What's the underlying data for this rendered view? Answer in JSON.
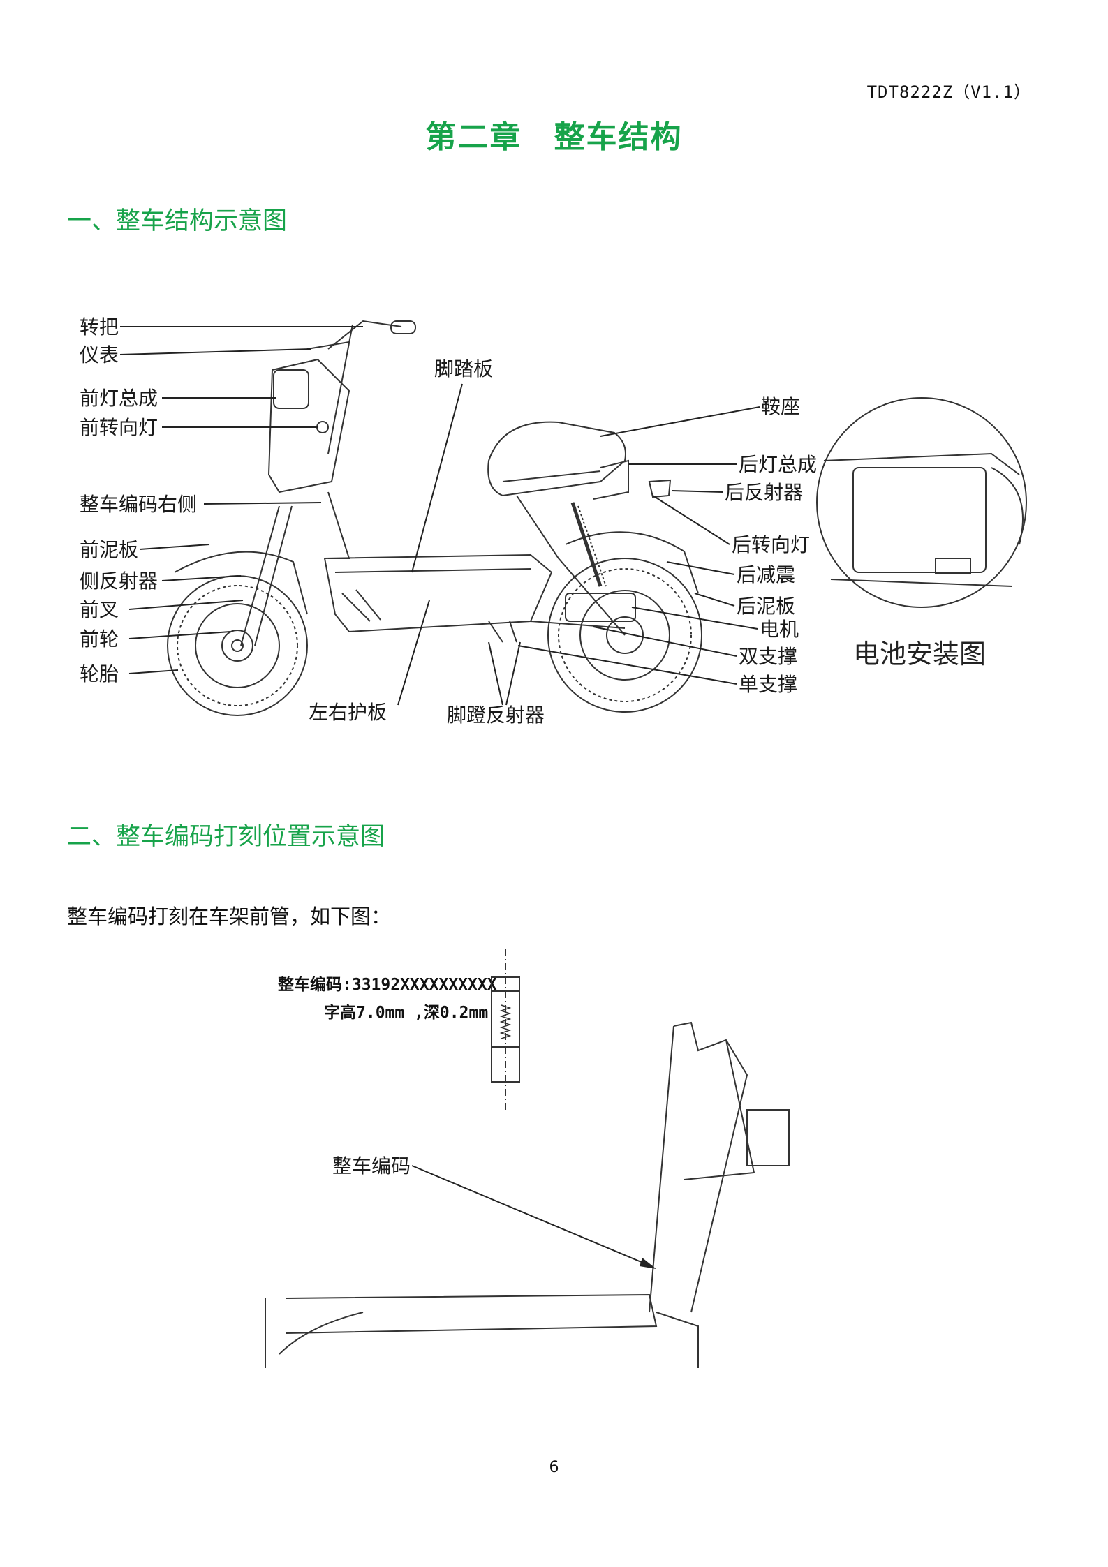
{
  "header": {
    "doc_code": "TDT8222Z（V1.1）"
  },
  "chapter_title": "第二章　整车结构",
  "section1": {
    "title": "一、整车结构示意图",
    "labels": {
      "handlebar": "转把",
      "meter": "仪表",
      "headlight": "前灯总成",
      "front_turn": "前转向灯",
      "vin_right": "整车编码右侧",
      "front_fender": "前泥板",
      "side_reflector": "侧反射器",
      "front_fork": "前叉",
      "front_wheel": "前轮",
      "tire": "轮胎",
      "footboard": "脚踏板",
      "side_guard": "左右护板",
      "pedal_reflector": "脚蹬反射器",
      "seat": "鞍座",
      "taillight": "后灯总成",
      "rear_reflector": "后反射器",
      "rear_turn": "后转向灯",
      "rear_shock": "后减震",
      "rear_fender": "后泥板",
      "motor": "电机",
      "double_stand": "双支撑",
      "single_stand": "单支撑",
      "battery_install": "电池安装图"
    }
  },
  "section2": {
    "title": "二、整车编码打刻位置示意图",
    "intro": "整车编码打刻在车架前管，如下图：",
    "vin_line1": "整车编码:33192XXXXXXXXXX",
    "vin_line2": "字高7.0mm ,深0.2mm",
    "arrow_label": "整车编码"
  },
  "page_number": "6"
}
